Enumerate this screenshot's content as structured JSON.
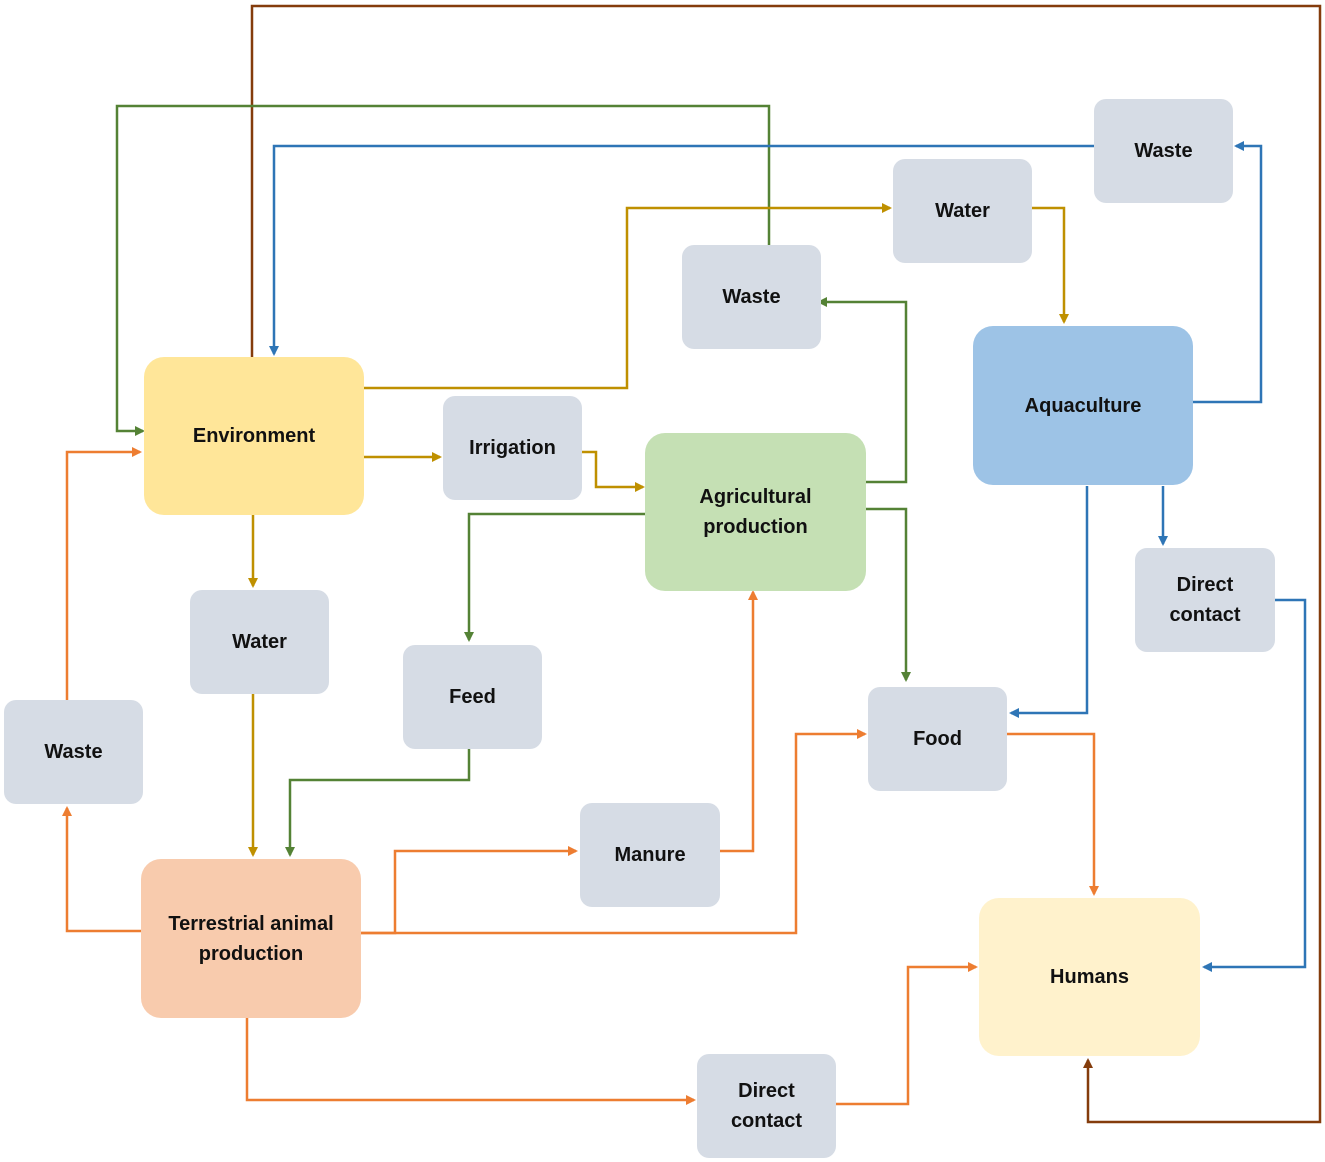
{
  "colors": {
    "gold_arrow": "#bf9000",
    "green_arrow": "#548235",
    "blue_arrow": "#2e75b6",
    "orange_arrow": "#ed7d31",
    "brown_arrow": "#843c0c",
    "environment_fill": "#ffe699",
    "agriculture_fill": "#c5e0b4",
    "aquaculture_fill": "#9dc3e6",
    "terrestrial_fill": "#f8cbad",
    "humans_fill": "#fff2cc",
    "small_box_fill": "#d6dce5"
  },
  "nodes": {
    "environment": "Environment",
    "agricultural_production": "Agricultural\nproduction",
    "aquaculture": "Aquaculture",
    "terrestrial_animal_production": "Terrestrial animal\nproduction",
    "humans": "Humans",
    "irrigation": "Irrigation",
    "water_top": "Water",
    "water_left": "Water",
    "waste_top_right": "Waste",
    "waste_mid": "Waste",
    "waste_left": "Waste",
    "feed": "Feed",
    "manure": "Manure",
    "food": "Food",
    "direct_contact_right": "Direct\ncontact",
    "direct_contact_bottom": "Direct\ncontact"
  }
}
